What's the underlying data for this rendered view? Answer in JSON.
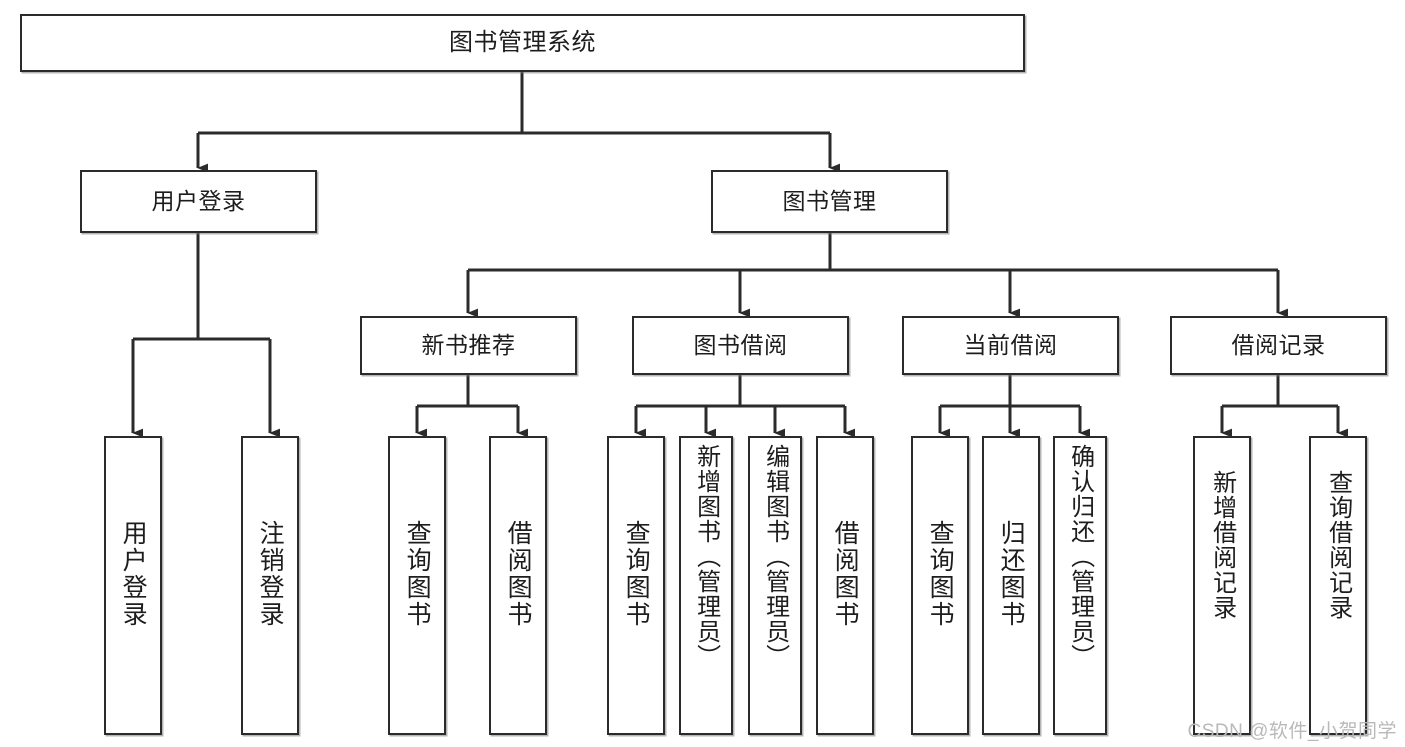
{
  "diagram": {
    "title": "图书管理系统",
    "type": "hierarchy-tree",
    "orientation": "top-down",
    "line_color": "#2b2b2b",
    "box_fill": "#ffffff",
    "text_color": "#1d1d1d",
    "levels": 4,
    "nodes": {
      "root": {
        "label": "图书管理系统"
      },
      "level2": [
        {
          "label": "用户登录"
        },
        {
          "label": "图书管理"
        }
      ],
      "level3": [
        {
          "label": "新书推荐"
        },
        {
          "label": "图书借阅"
        },
        {
          "label": "当前借阅"
        },
        {
          "label": "借阅记录"
        }
      ],
      "leaves_user_login": [
        {
          "label": "用户登录"
        },
        {
          "label": "注销登录"
        }
      ],
      "leaves_new_book": [
        {
          "label": "查询图书"
        },
        {
          "label": "借阅图书"
        }
      ],
      "leaves_borrow": [
        {
          "label": "查询图书"
        },
        {
          "label": "新增图书（管理员）"
        },
        {
          "label": "编辑图书（管理员）"
        },
        {
          "label": "借阅图书"
        }
      ],
      "leaves_current": [
        {
          "label": "查询图书"
        },
        {
          "label": "归还图书"
        },
        {
          "label": "确认归还（管理员）"
        }
      ],
      "leaves_records": [
        {
          "label": "新增借阅记录"
        },
        {
          "label": "查询借阅记录"
        }
      ]
    }
  },
  "watermark": {
    "text": "CSDN @软件_小贺同学"
  }
}
